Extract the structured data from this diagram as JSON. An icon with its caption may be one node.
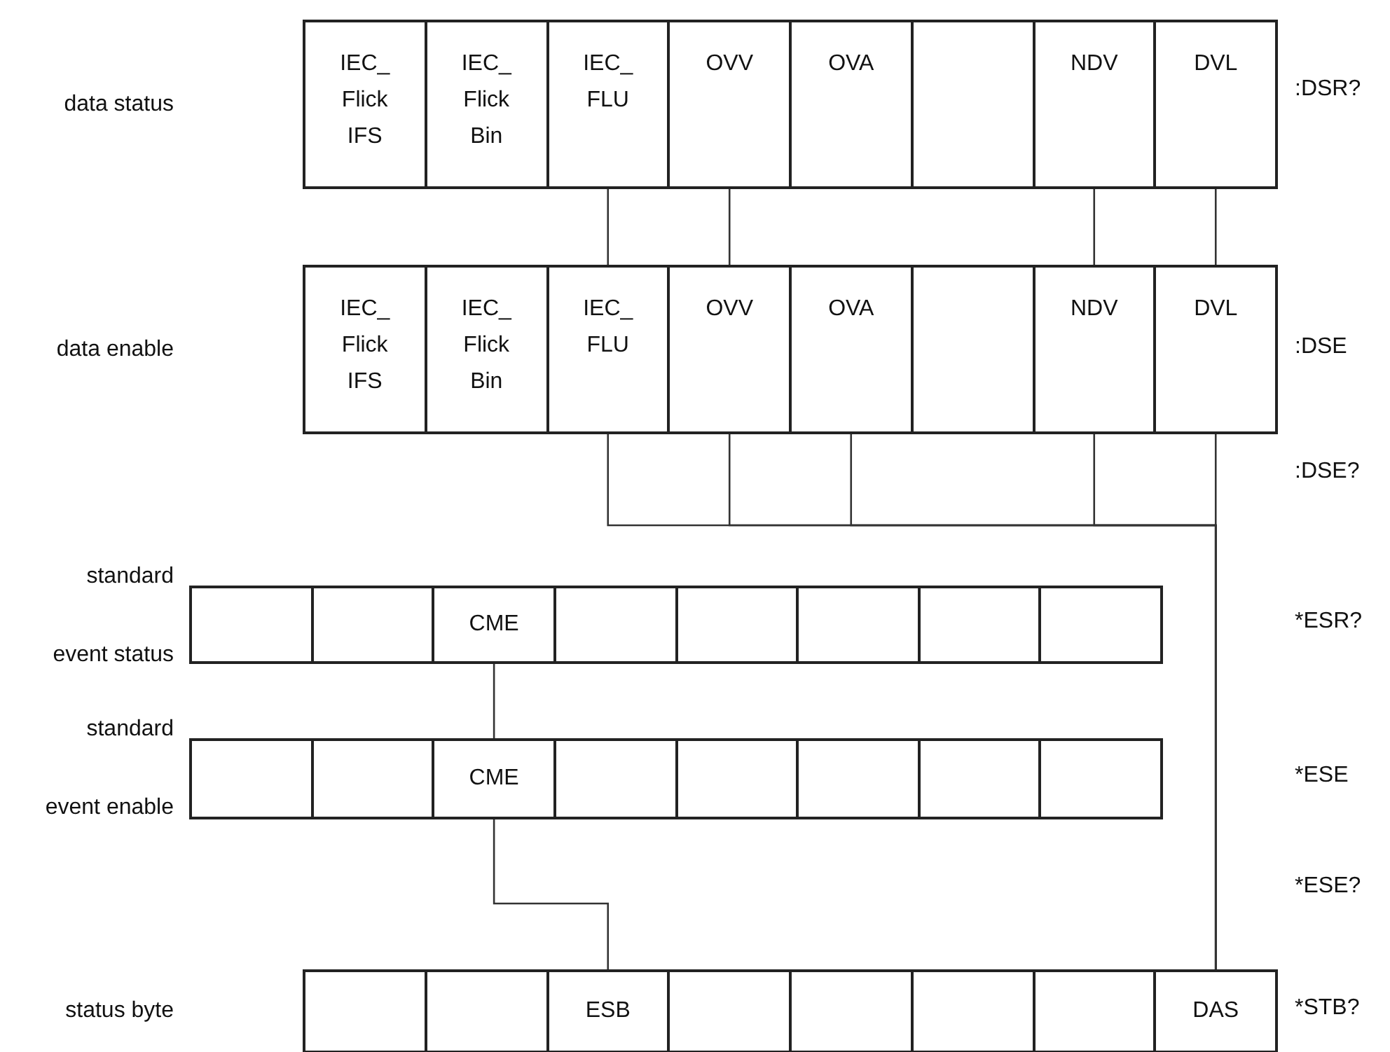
{
  "diagram": {
    "nodes": [
      {
        "text": [
          "data status"
        ],
        "beside": [
          ":DSR?"
        ]
      },
      {
        "text": [
          "IEC_ Flick IFS"
        ],
        "in": 0
      },
      {
        "text": [
          "IEC_ Flick Bin"
        ],
        "in": 0
      },
      {
        "text": [
          "IEC_ FLU"
        ],
        "in": 0
      },
      {
        "text": [
          "OVV"
        ],
        "in": 0
      },
      {
        "text": [
          "OVA"
        ],
        "in": 0
      },
      {
        "text": [],
        "shape": "box",
        "in": 0
      },
      {
        "text": [
          "NDV"
        ],
        "in": 0
      },
      {
        "text": [
          "DVL"
        ],
        "in": 0
      },
      {
        "text": [
          "data enable"
        ],
        "beside": [
          ":DSE"
        ]
      },
      {
        "text": [
          "IEC_ Flick IFS"
        ],
        "in": 9
      },
      {
        "text": [
          "IEC_ Flick Bin"
        ],
        "in": 9
      },
      {
        "text": [
          "IEC_ FLU"
        ],
        "in": 9
      },
      {
        "text": [
          "OVV"
        ],
        "in": 9
      },
      {
        "text": [
          "OVA"
        ],
        "in": 9
      },
      {
        "text": [],
        "shape": "box",
        "in": 9
      },
      {
        "text": [
          "NDV"
        ],
        "in": 9
      },
      {
        "text": [
          "DVL"
        ],
        "in": 9
      },
      {
        "text": [
          "standard event status"
        ],
        "beside": [
          "*ESR?"
        ]
      },
      {
        "text": [],
        "shape": "box",
        "in": 18
      },
      {
        "text": [],
        "shape": "box",
        "in": 18
      },
      {
        "text": [
          "CME"
        ],
        "in": 18
      },
      {
        "text": [],
        "shape": "box",
        "in": 18
      },
      {
        "text": [],
        "shape": "box",
        "in": 18
      },
      {
        "text": [],
        "shape": "box",
        "in": 18
      },
      {
        "text": [],
        "shape": "box",
        "in": 18
      },
      {
        "text": [],
        "shape": "box",
        "in": 18
      },
      {
        "text": [
          "standard event enable"
        ],
        "beside": [
          "*ESE"
        ]
      },
      {
        "text": [],
        "shape": "box",
        "in": 27
      },
      {
        "text": [],
        "shape": "box",
        "in": 27
      },
      {
        "text": [
          "CME"
        ],
        "in": 27
      },
      {
        "text": [],
        "shape": "box",
        "in": 27
      },
      {
        "text": [],
        "shape": "box",
        "in": 27
      },
      {
        "text": [],
        "shape": "box",
        "in": 27
      },
      {
        "text": [],
        "shape": "box",
        "in": 27
      },
      {
        "text": [],
        "shape": "box",
        "in": 27
      },
      {
        "text": [
          "status byte"
        ],
        "beside": [
          "*STB?"
        ]
      },
      {
        "text": [],
        "shape": "box",
        "in": 36
      },
      {
        "text": [],
        "shape": "box",
        "in": 36
      },
      {
        "text": [
          "ESB"
        ],
        "in": 36
      },
      {
        "text": [],
        "shape": "box",
        "in": 36
      },
      {
        "text": [],
        "shape": "box",
        "in": 36
      },
      {
        "text": [],
        "shape": "box",
        "in": 36
      },
      {
        "text": [],
        "shape": "box",
        "in": 36
      },
      {
        "text": [
          "DAS"
        ],
        "in": 36
      }
    ],
    "edges": [
      {
        "from": 3,
        "to": 12,
        "arrow": "none"
      },
      {
        "from": 4,
        "to": 13,
        "arrow": "none"
      },
      {
        "from": 7,
        "to": 16,
        "arrow": "none"
      },
      {
        "from": 8,
        "to": 17,
        "arrow": "none"
      },
      {
        "from": 12,
        "to": 44,
        "arrow": "none"
      },
      {
        "from": 13,
        "to": 44,
        "arrow": "none"
      },
      {
        "from": 14,
        "to": 44,
        "arrow": "none"
      },
      {
        "from": 16,
        "to": 44,
        "arrow": "none"
      },
      {
        "from": 17,
        "to": 44,
        "arrow": "none"
      },
      {
        "from": 21,
        "to": 30,
        "arrow": "none"
      },
      {
        "from": 30,
        "to": 39,
        "arrow": "none"
      }
    ],
    "labels": [
      ":DSE?",
      "*ESE?"
    ]
  }
}
